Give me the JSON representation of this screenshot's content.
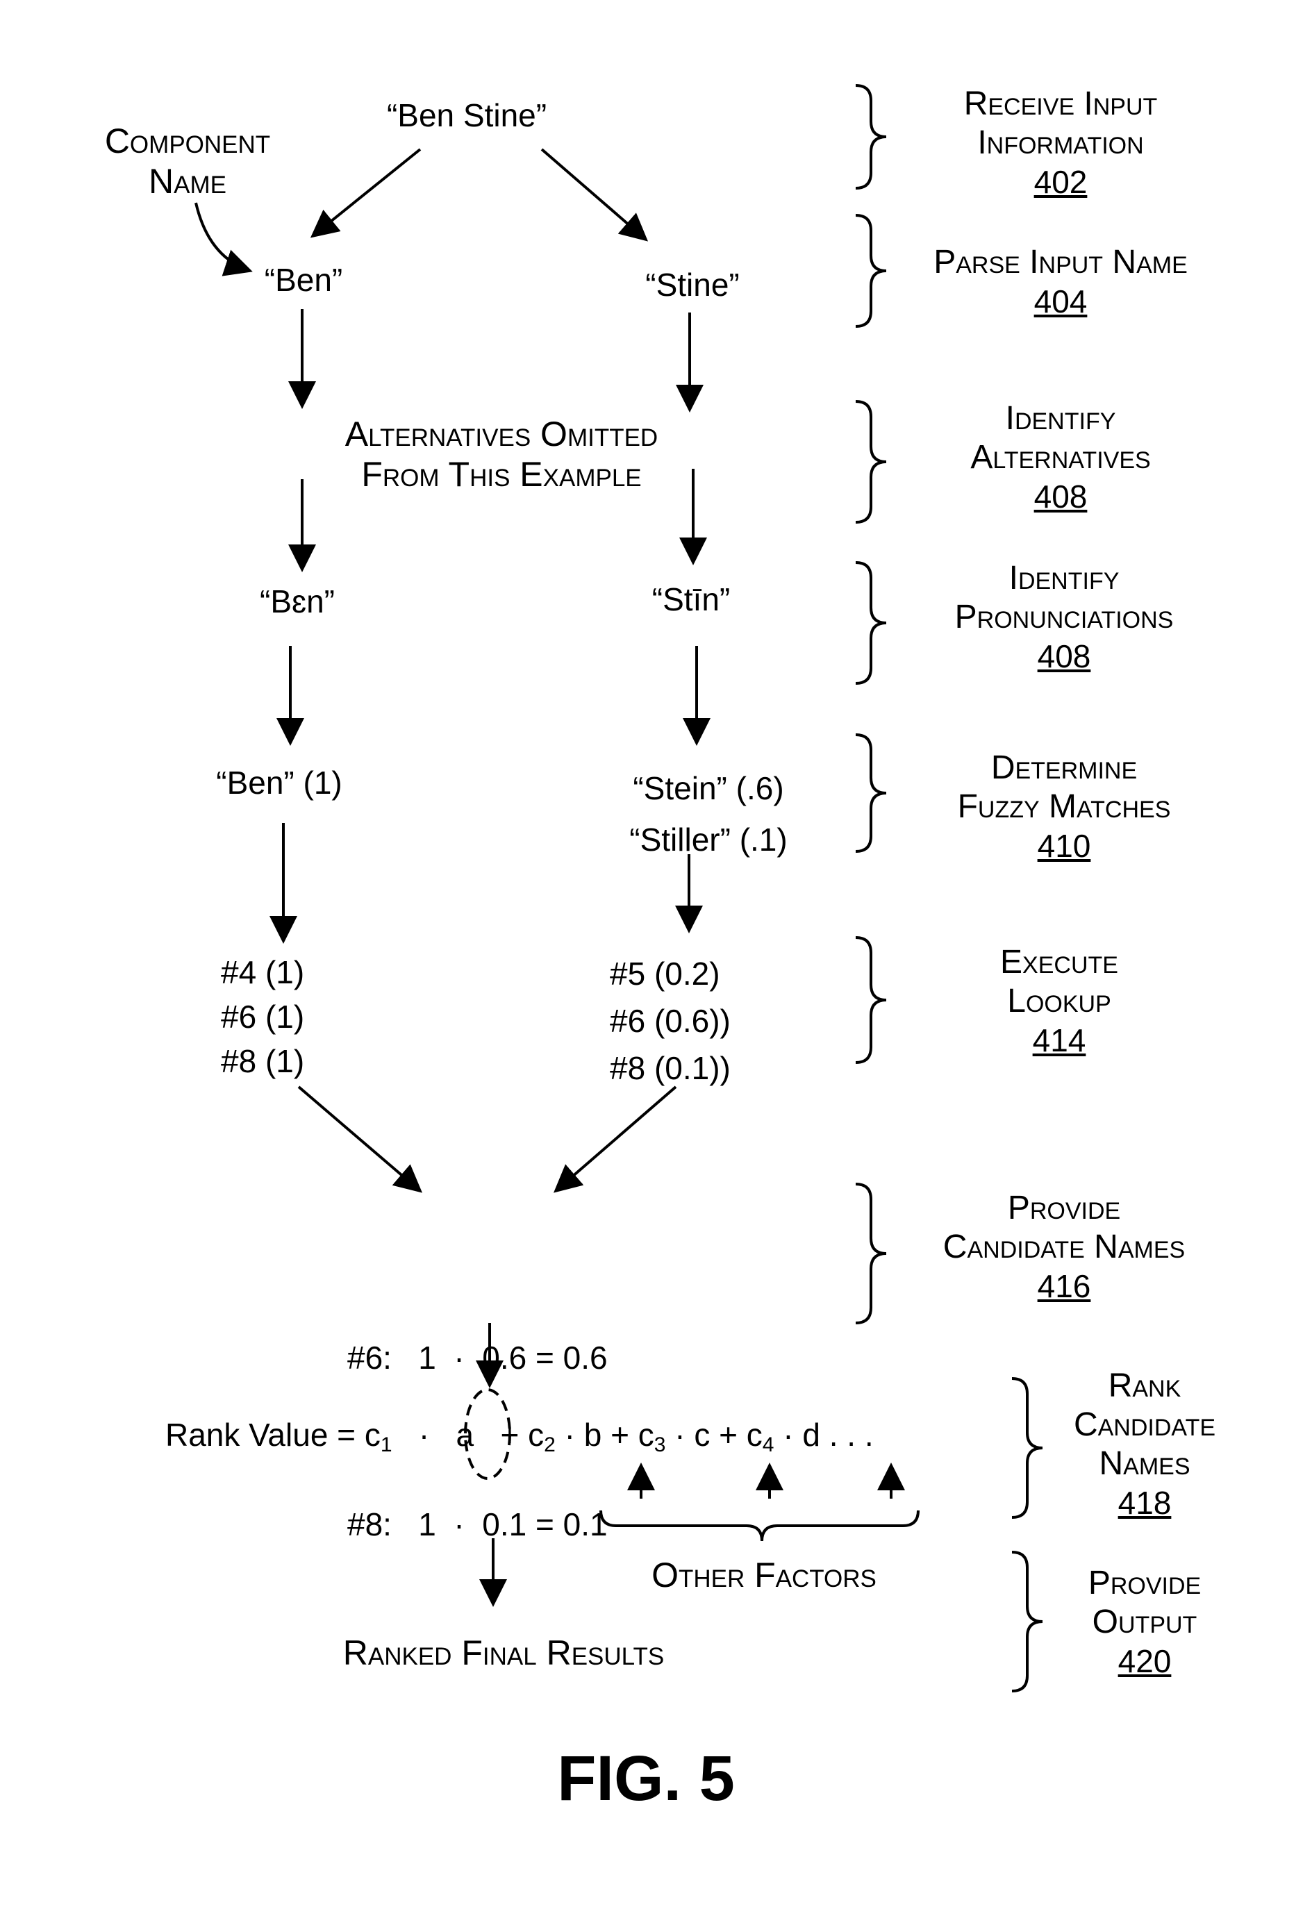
{
  "nodes": {
    "input": "“Ben Stine”",
    "component_label": [
      "Component",
      "Name"
    ],
    "ben": "“Ben”",
    "stine": "“Stine”",
    "alternatives": [
      "Alternatives Omitted",
      "From This Example"
    ],
    "ben_pron": "“Bɛn”",
    "stine_pron": "“Stīn”",
    "ben_match": "“Ben”  (1)",
    "stine_matches": [
      "“Stein”  (.6)",
      "“Stiller”  (.1)"
    ],
    "ben_lookup": [
      "#4 (1)",
      "#6 (1)",
      "#8 (1)"
    ],
    "stine_lookup": [
      "#5 (0.2)",
      "#6 (0.6))",
      "#8 (0.1))"
    ],
    "candidates": [
      "#6:   1  ·  0.6 = 0.6",
      "#8:   1  ·  0.1 = 0.1"
    ],
    "formula": {
      "lhs": "Rank Value = c",
      "sub1": "1",
      "a": "a",
      "plus2": "+ c",
      "sub2": "2",
      "b": "b",
      "plus3": "+ c",
      "sub3": "3",
      "cc": "c",
      "plus4": "+ c",
      "sub4": "4",
      "d": "d",
      "dots": ". . .",
      "dot": "·"
    },
    "other_factors": "Other Factors",
    "final_results": "Ranked Final Results"
  },
  "steps": [
    {
      "label": [
        "Receive Input",
        "Information"
      ],
      "number": "402"
    },
    {
      "label": [
        "Parse Input Name"
      ],
      "number": "404"
    },
    {
      "label": [
        "Identify",
        "Alternatives"
      ],
      "number": "408"
    },
    {
      "label": [
        "Identify",
        "Pronunciations"
      ],
      "number": "408"
    },
    {
      "label": [
        "Determine",
        "Fuzzy Matches"
      ],
      "number": "410"
    },
    {
      "label": [
        "Execute",
        "Lookup"
      ],
      "number": "414"
    },
    {
      "label": [
        "Provide",
        "Candidate Names"
      ],
      "number": "416"
    },
    {
      "label": [
        "Rank",
        "Candidate",
        "Names"
      ],
      "number": "418"
    },
    {
      "label": [
        "Provide",
        "Output"
      ],
      "number": "420"
    }
  ],
  "figure_label": "FIG. 5"
}
